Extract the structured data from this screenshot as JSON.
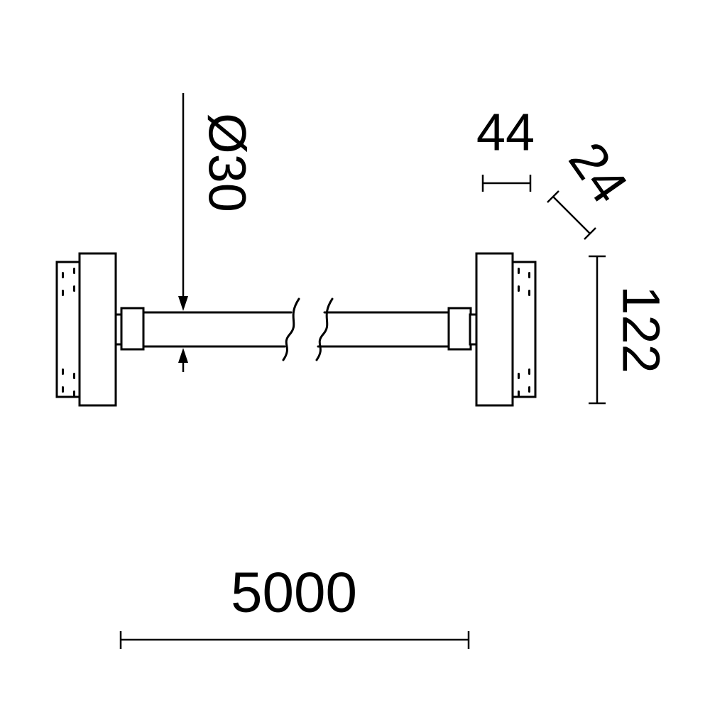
{
  "page": {
    "background": "#ffffff",
    "line_color": "#000000"
  },
  "drawing": {
    "type": "technical-dimension-drawing",
    "dimensions": {
      "rod_diameter": {
        "label": "Ø30"
      },
      "bracket_width": {
        "label": "44"
      },
      "bracket_depth": {
        "label": "24"
      },
      "bracket_height": {
        "label": "122"
      },
      "overall_length": {
        "label": "5000"
      }
    }
  }
}
